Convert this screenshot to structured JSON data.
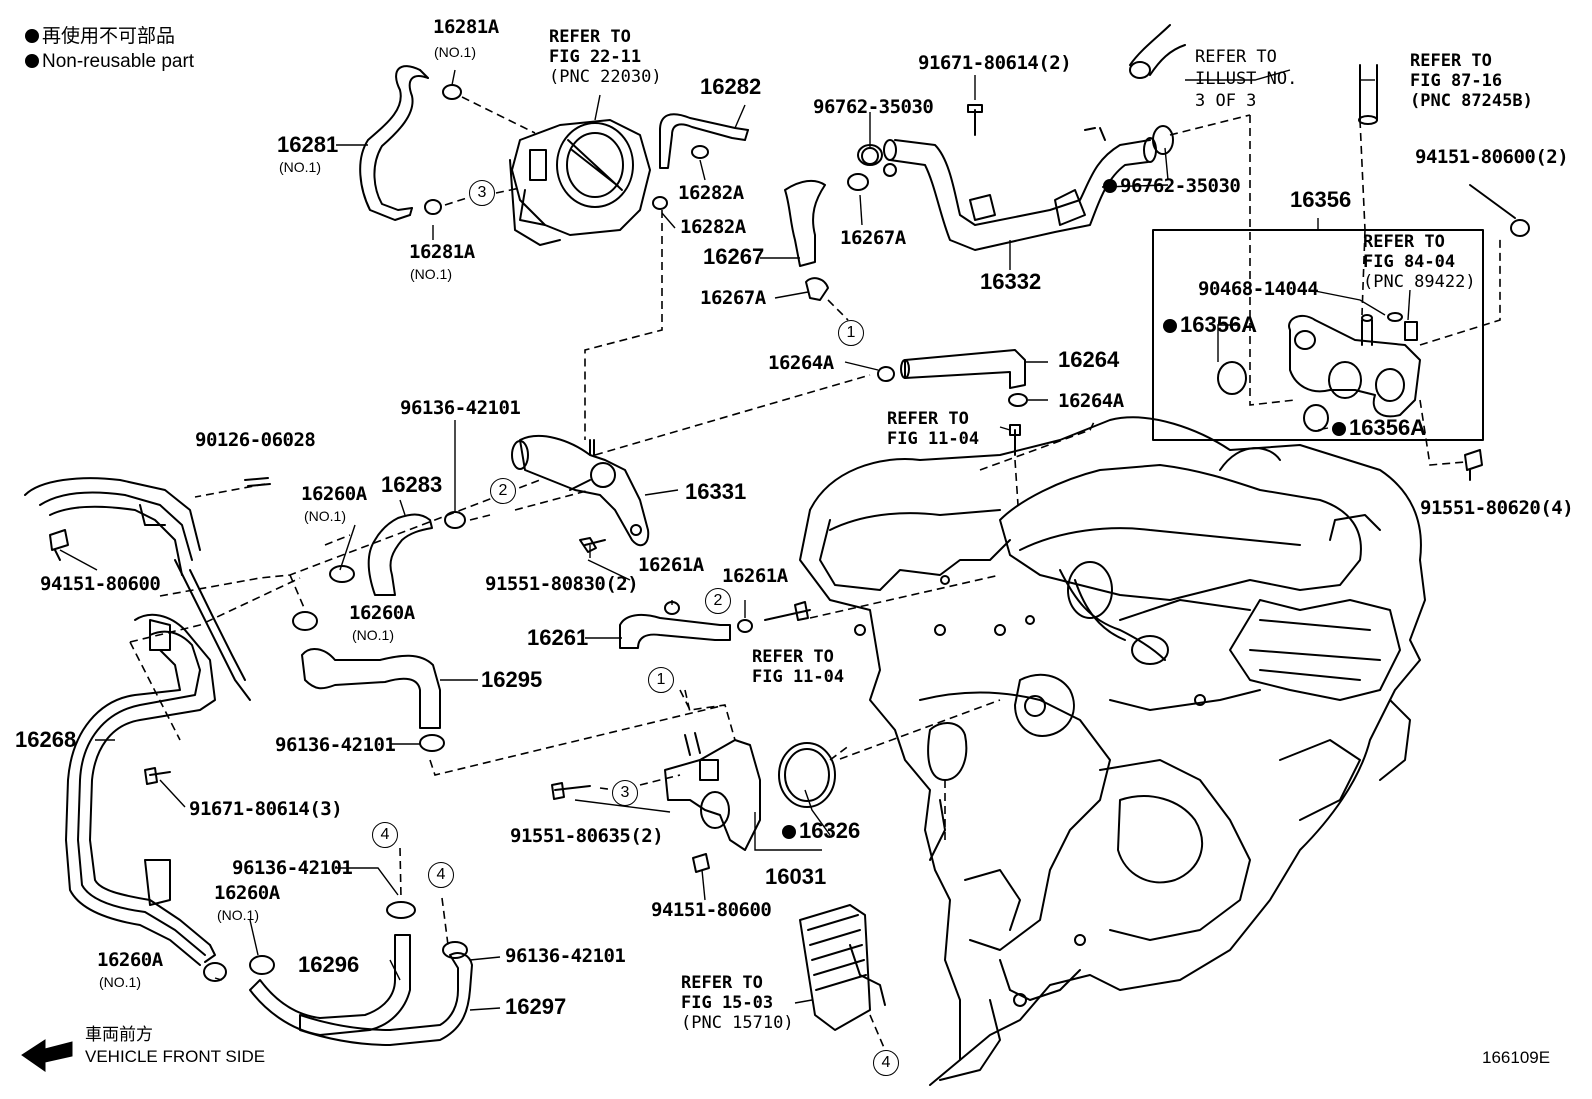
{
  "legend": {
    "jp": "再使用不可部品",
    "en": "Non-reusable part"
  },
  "front_side": {
    "jp": "車両前方",
    "en": "VEHICLE FRONT SIDE"
  },
  "diagram_id": "166109E",
  "callout_numbers": [
    "1",
    "2",
    "3",
    "4"
  ],
  "part_numbers": {
    "p16281A_top": "16281A",
    "p16281A_bot": "16281A",
    "p16281": "16281",
    "p16282": "16282",
    "p16282A_a": "16282A",
    "p16282A_b": "16282A",
    "p91671_2": "91671-80614(2)",
    "p96762_a": "96762-35030",
    "p96762_b": "96762-35030",
    "p16267": "16267",
    "p16267A_a": "16267A",
    "p16267A_b": "16267A",
    "p16332": "16332",
    "p16356": "16356",
    "p94151_2": "94151-80600(2)",
    "p90468": "90468-14044",
    "p16356A_a": "16356A",
    "p16356A_b": "16356A",
    "p16264A_a": "16264A",
    "p16264": "16264",
    "p16264A_b": "16264A",
    "p91551_4": "91551-80620(4)",
    "p90126": "90126-06028",
    "p96136_a": "96136-42101",
    "p16260A_a": "16260A",
    "p16283": "16283",
    "p16331": "16331",
    "p94151_a": "94151-80600",
    "p91551_830": "91551-80830(2)",
    "p16261A_a": "16261A",
    "p16261A_b": "16261A",
    "p16260A_b": "16260A",
    "p16261": "16261",
    "p16295": "16295",
    "p16268": "16268",
    "p96136_b": "96136-42101",
    "p91671_3": "91671-80614(3)",
    "p91551_635": "91551-80635(2)",
    "p16326": "16326",
    "p16031": "16031",
    "p94151_b": "94151-80600",
    "p96136_c": "96136-42101",
    "p16260A_c": "16260A",
    "p16260A_d": "16260A",
    "p16296": "16296",
    "p96136_d": "96136-42101",
    "p16297": "16297"
  },
  "sub_notes": {
    "no1": "(NO.1)"
  },
  "refer_notes": {
    "fig22": [
      "REFER TO",
      "FIG 22-11",
      "(PNC 22030)"
    ],
    "illust": [
      "REFER TO",
      "ILLUST NO.",
      "3 OF 3"
    ],
    "fig87": [
      "REFER TO",
      "FIG 87-16",
      "(PNC 87245B)"
    ],
    "fig84": [
      "REFER TO",
      "FIG 84-04",
      "(PNC 89422)"
    ],
    "fig11a": [
      "REFER TO",
      "FIG 11-04"
    ],
    "fig11b": [
      "REFER TO",
      "FIG 11-04"
    ],
    "fig15": [
      "REFER TO",
      "FIG 15-03",
      "(PNC 15710)"
    ]
  }
}
